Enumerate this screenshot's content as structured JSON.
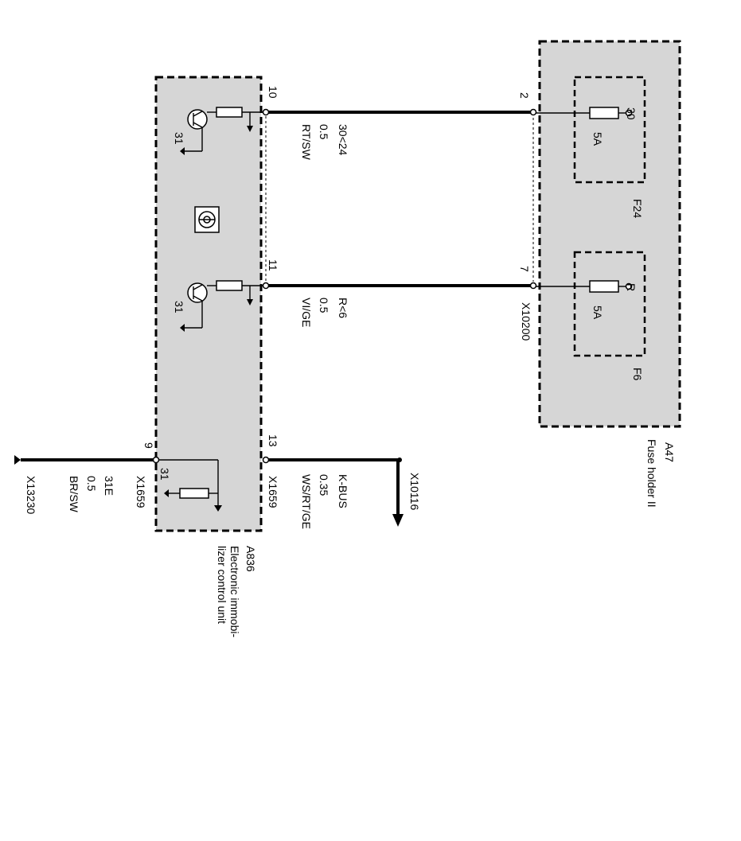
{
  "modules": {
    "fuse_holder": {
      "id": "A47",
      "name": "Fuse holder II"
    },
    "immobilizer": {
      "id": "A836",
      "name_line1": "Electronic immobi-",
      "name_line2": "lizer control unit"
    }
  },
  "fuses": [
    {
      "id": "F24",
      "rating": "5A",
      "terminal": "30"
    },
    {
      "id": "F6",
      "rating": "5A",
      "terminal": "R"
    }
  ],
  "connectors": {
    "fuse_holder": "X10200",
    "immob_k_bus": "X1659",
    "immob_ground": "X1659",
    "k_bus_end": "X10116",
    "ground_end": "X13230"
  },
  "pins": {
    "wire1_left": "10",
    "wire1_right": "2",
    "wire2_left": "11",
    "wire2_right": "7",
    "k_bus": "13",
    "ground": "9"
  },
  "wires": [
    {
      "signal": "30<24",
      "gauge": "0.5",
      "color": "RT/SW"
    },
    {
      "signal": "R<6",
      "gauge": "0.5",
      "color": "VI/GE"
    },
    {
      "signal": "K-BUS",
      "gauge": "0.35",
      "color": "WS/RT/GE"
    },
    {
      "signal": "31E",
      "gauge": "0.5",
      "color": "BR/SW"
    }
  ],
  "ground_labels": {
    "top_transistor": "31",
    "bottom_transistor": "31",
    "ground_resistor": "31"
  }
}
